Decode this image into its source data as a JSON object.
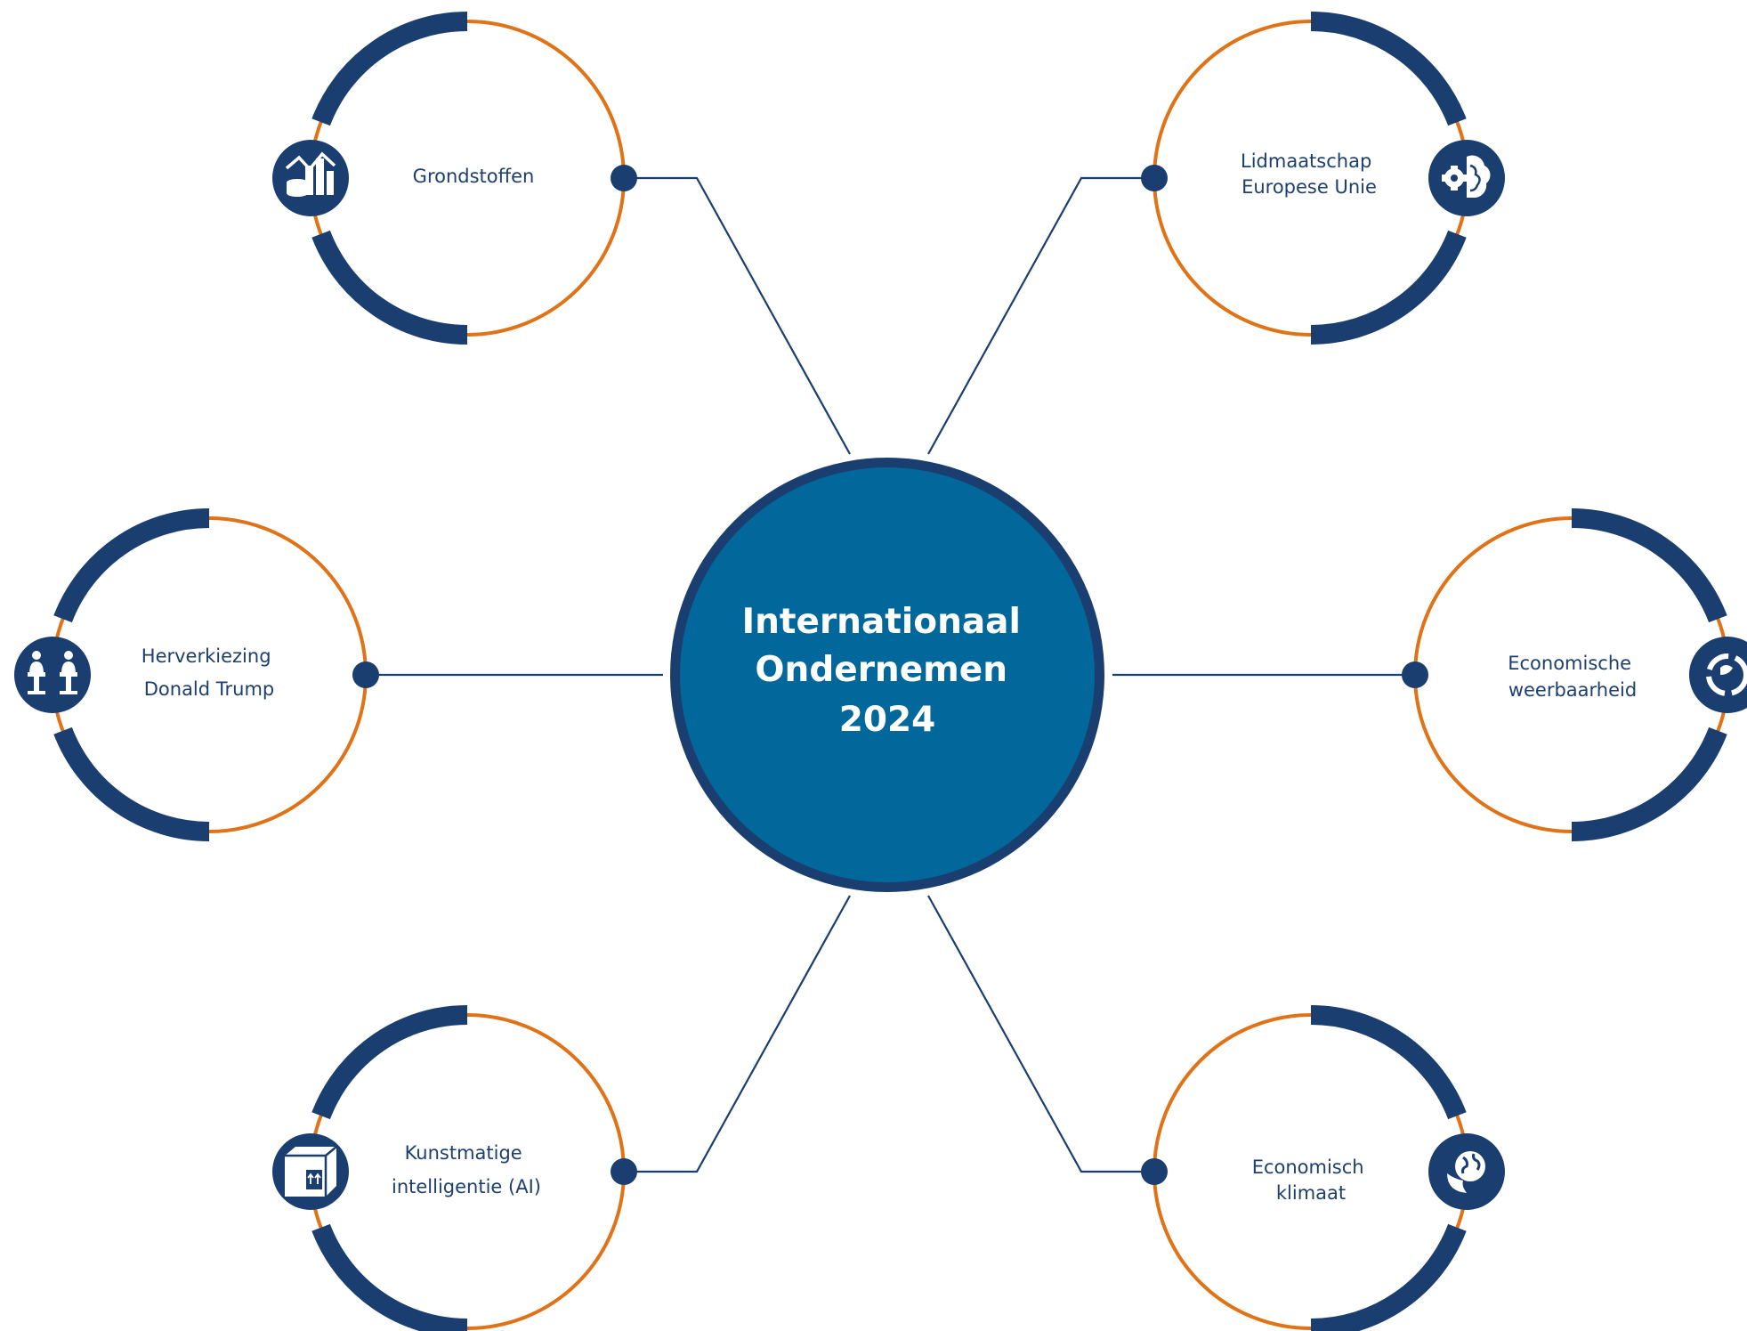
{
  "colors": {
    "navy": "#1a3e6f",
    "center_fill": "#02679b",
    "orange": "#e07217",
    "line": "#1a3e6f",
    "text": "#1d3f6e",
    "white": "#ffffff"
  },
  "center": {
    "lines": [
      "Internationaal",
      "Ondernemen",
      "2024"
    ]
  },
  "topics": [
    {
      "key": "grondstoffen",
      "lines": [
        "Grondstoffen"
      ],
      "icon": "raw-materials-chart-icon"
    },
    {
      "key": "lidmaatschap-eu",
      "lines": [
        "Lidmaatschap",
        "Europese Unie"
      ],
      "icon": "gear-brain-icon"
    },
    {
      "key": "herverkiezing-trump",
      "lines": [
        "Herverkiezing",
        "Donald Trump"
      ],
      "icon": "two-speakers-podium-icon"
    },
    {
      "key": "economische-weerbaarheid",
      "lines": [
        "Economische",
        "weerbaarheid"
      ],
      "icon": "recycle-arrows-icon"
    },
    {
      "key": "kunstmatige-intelligentie",
      "lines": [
        "Kunstmatige",
        "intelligentie (AI)"
      ],
      "icon": "shipping-box-icon"
    },
    {
      "key": "economisch-klimaat",
      "lines": [
        "Economisch",
        "klimaat"
      ],
      "icon": "globe-leaf-icon"
    }
  ]
}
